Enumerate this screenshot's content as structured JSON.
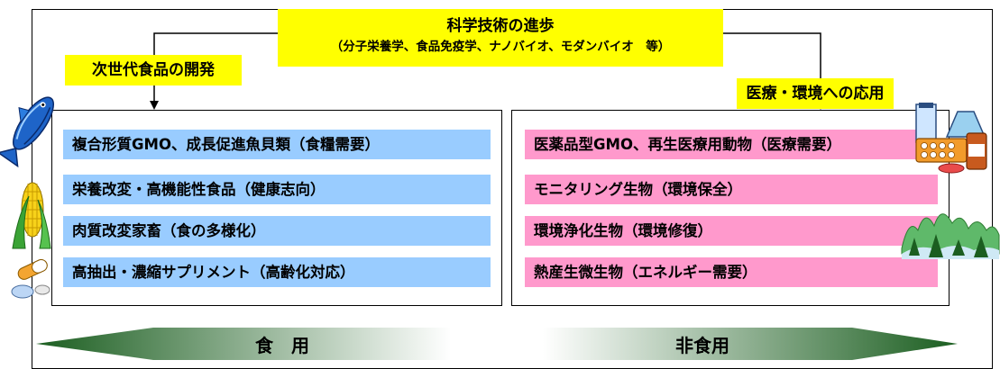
{
  "center": {
    "title": "科学技術の進歩",
    "subtitle": "（分子栄養学、食品免疫学、ナノバイオ、モダンバイオ　等）"
  },
  "left": {
    "heading": "次世代食品の開発",
    "items": [
      "複合形質GMO、成長促進魚貝類（食糧需要）",
      "栄養改変・高機能性食品（健康志向）",
      "肉質改変家畜（食の多様化）",
      "高抽出・濃縮サプリメント（高齢化対応）"
    ]
  },
  "right": {
    "heading": "医療・環境への応用",
    "items": [
      "医薬品型GMO、再生医療用動物（医療需要）",
      "モニタリング生物（環境保全）",
      "環境浄化生物（環境修復）",
      "熱産生微生物（エネルギー需要）"
    ]
  },
  "banner": {
    "left_label": "食　用",
    "right_label": "非食用"
  },
  "colors": {
    "highlight": "#ffff00",
    "food_item": "#99ccff",
    "nonfood_item": "#ff99cc",
    "banner_green": "#2e7d32"
  },
  "icons": [
    "fish-icon",
    "corn-icon",
    "pills-icon",
    "medicine-icon",
    "forest-icon"
  ]
}
